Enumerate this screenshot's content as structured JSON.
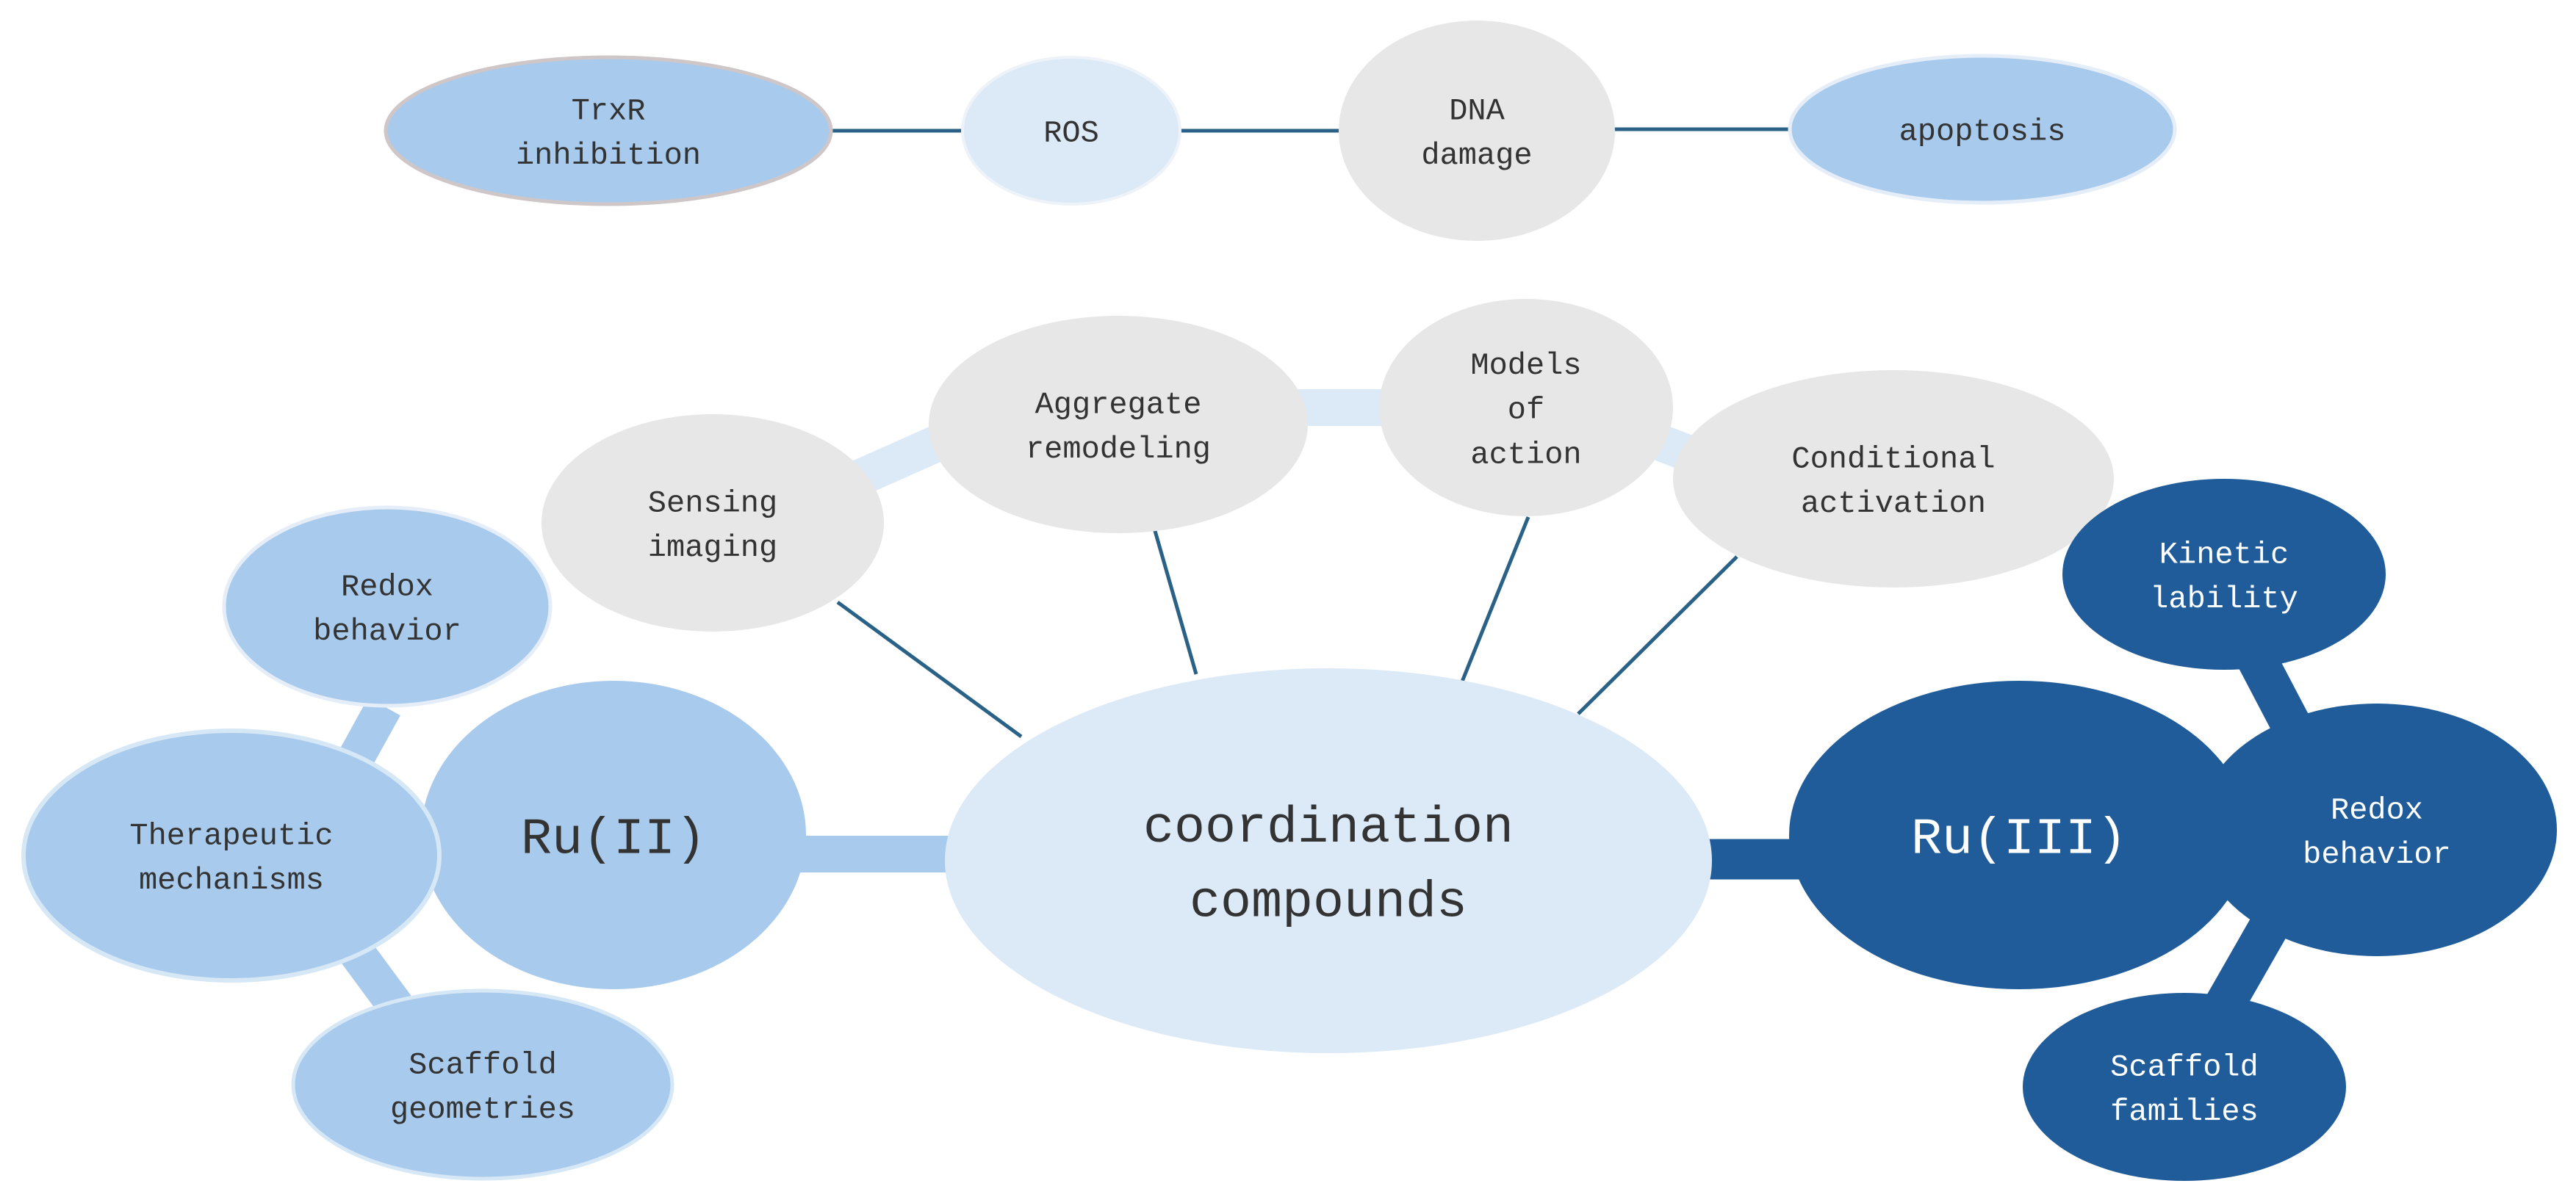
{
  "colors": {
    "light_blue": "#a8caec",
    "pale_blue": "#dce9f7",
    "grey": "#e7e7e7",
    "dark_blue": "#1f5c99",
    "line": "#2a6186",
    "dark_text": "#333333",
    "light_text": "#ffffff"
  },
  "pathway": {
    "trxr": "TrxR inhibition",
    "ros": "ROS",
    "dna": "DNA damage",
    "apoptosis": "apoptosis"
  },
  "center": {
    "label": "coordination compounds"
  },
  "top_nodes": {
    "sensing": "Sensing imaging",
    "aggregate": "Aggregate remodeling",
    "models": "Models of action",
    "conditional": "Conditional activation"
  },
  "ru2": {
    "label": "Ru(II)",
    "redox": "Redox behavior",
    "therapeutic": "Therapeutic mechanisms",
    "scaffold": "Scaffold geometries"
  },
  "ru3": {
    "label": "Ru(III)",
    "kinetic": "Kinetic lability",
    "redox": "Redox behavior",
    "scaffold": "Scaffold families"
  }
}
